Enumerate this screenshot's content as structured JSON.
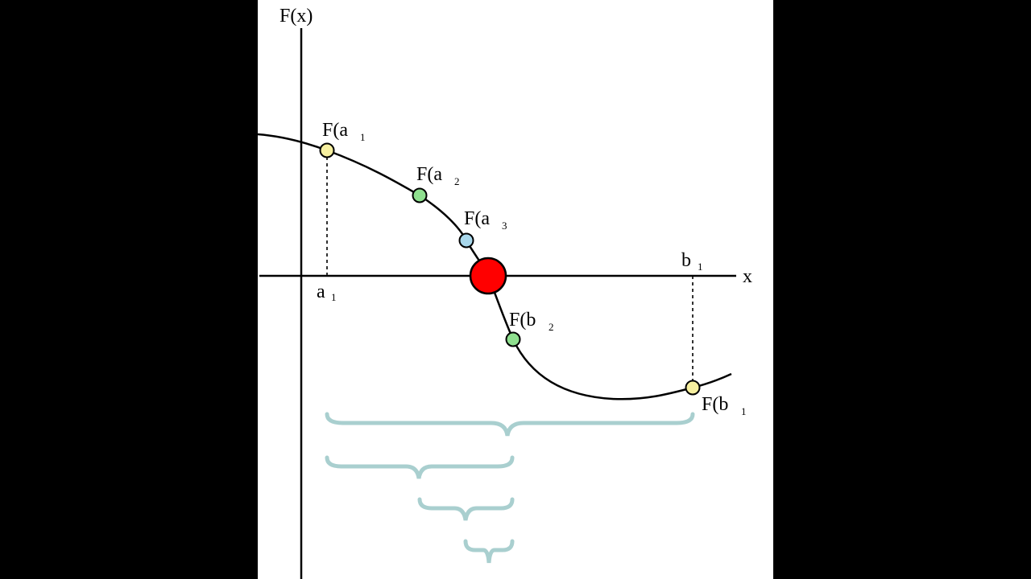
{
  "diagram": {
    "background": "#ffffff",
    "letterbox_color": "#000000",
    "colors": {
      "curve": "#000000",
      "root_marker": "#ff0000",
      "point_yellow": "#f7f0a0",
      "point_green": "#8fe08f",
      "point_blue": "#a9d8ec",
      "brace": "#a9cfcf"
    },
    "axes": {
      "y_label": "F(x)",
      "x_label": "x"
    },
    "labels": {
      "a1": {
        "main": "a",
        "sub": "1"
      },
      "b1": {
        "main": "b",
        "sub": "1"
      },
      "Fa1": {
        "main": "F(a",
        "sub": "1"
      },
      "Fa2": {
        "main": "F(a",
        "sub": "2"
      },
      "Fa3": {
        "main": "F(a",
        "sub": "3"
      },
      "Fb2": {
        "main": "F(b",
        "sub": "2"
      },
      "Fb1": {
        "main": "F(b",
        "sub": "1"
      }
    },
    "points": [
      {
        "id": "Fa1",
        "color": "yellow"
      },
      {
        "id": "Fa2",
        "color": "green"
      },
      {
        "id": "Fa3",
        "color": "blue"
      },
      {
        "id": "Fb2",
        "color": "green"
      },
      {
        "id": "Fb1",
        "color": "yellow"
      }
    ],
    "braces": [
      "interval-1",
      "interval-2",
      "interval-3",
      "interval-4"
    ]
  }
}
